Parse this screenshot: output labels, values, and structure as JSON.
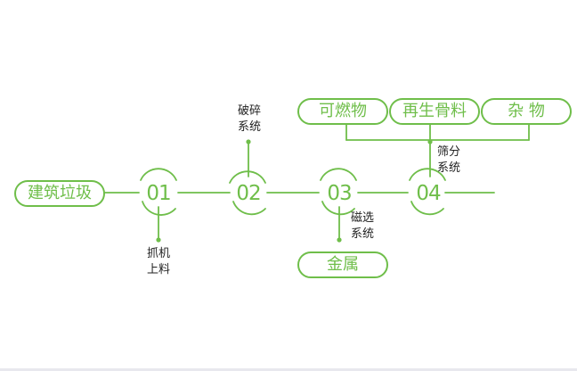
{
  "colors": {
    "accent": "#6fbe4a",
    "text": "#222222",
    "background": "#ffffff"
  },
  "input": {
    "label": "建筑垃圾"
  },
  "steps": [
    {
      "number": "01",
      "label_line1": "抓机",
      "label_line2": "上料"
    },
    {
      "number": "02",
      "label_line1": "破碎",
      "label_line2": "系统"
    },
    {
      "number": "03",
      "label_line1": "磁选",
      "label_line2": "系统"
    },
    {
      "number": "04",
      "label_line1": "筛分",
      "label_line2": "系统"
    }
  ],
  "outputs": {
    "metal": "金属",
    "combustible": "可燃物",
    "recycled_aggregate": "再生骨料",
    "debris": "杂 物"
  }
}
